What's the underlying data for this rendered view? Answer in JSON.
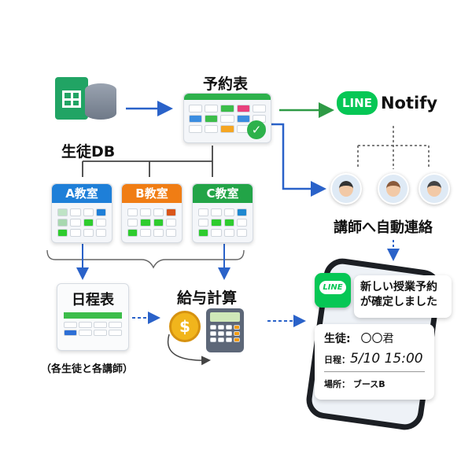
{
  "student_db": {
    "label": "生徒DB"
  },
  "schedule": {
    "title": "予約表"
  },
  "line_notify": {
    "badge": "LINE",
    "label": "Notify"
  },
  "teachers": {
    "label": "講師へ自動連絡"
  },
  "rooms": [
    {
      "label": "A教室",
      "color": "#1e7fd8"
    },
    {
      "label": "B教室",
      "color": "#f07d14"
    },
    {
      "label": "C教室",
      "color": "#22a447"
    }
  ],
  "timetable": {
    "title": "日程表",
    "note": "（各生徒と各講師）"
  },
  "payroll": {
    "title": "給与計算"
  },
  "phone": {
    "line_badge": "LINE",
    "message": [
      "新しい授業予約",
      "が確定しました"
    ],
    "student_label": "生徒:",
    "student_value": "〇〇君",
    "date_label": "日程：",
    "date_value": "5/10 15:00",
    "place_label": "場所：",
    "place_value": "ブースB"
  }
}
